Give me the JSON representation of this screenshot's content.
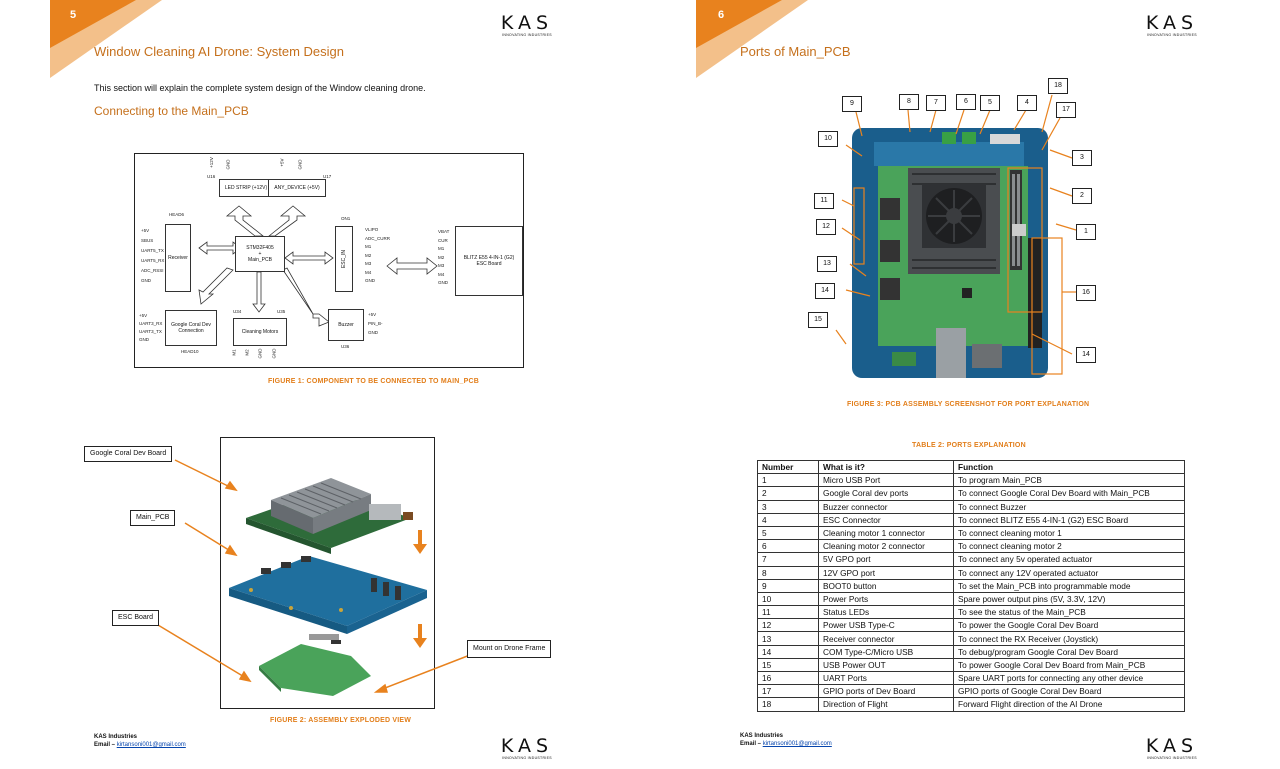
{
  "left_page": {
    "page_number": "5",
    "logo": {
      "text": "KAS",
      "sub": "INNOVATING INDUSTRIES"
    },
    "title": "Window Cleaning AI Drone: System Design",
    "intro": "This section will explain the complete system design of the Window cleaning drone.",
    "subtitle": "Connecting to the Main_PCB",
    "schematic": {
      "u16_ref": "U16",
      "led_strip": "LED STRIP (+12V)",
      "led_pins": [
        "+12V",
        "GND"
      ],
      "u17_ref": "U17",
      "any_device": "ANY_DEVICE (+5V)",
      "any_pins": [
        "+5V",
        "GND"
      ],
      "head6_ref": "HEAD6",
      "receiver": "Receiver",
      "receiver_pins": [
        "+5V",
        "SBUS",
        "UART5_TX",
        "UART5_RX",
        "ADC_RSSI",
        "GND"
      ],
      "main_pcb": "STM32F405\n+\nMain_PCB",
      "on1_ref": "ON1",
      "esc_in": "ESC_IN",
      "esc_in_pins": [
        "VLIPO",
        "ADC_CURR",
        "M1",
        "M2",
        "M3",
        "M4",
        "GND"
      ],
      "esc_board": "BLITZ E55 4-IN-1 (G2)\nESC Board",
      "esc_board_pins": [
        "VBAT",
        "CUR",
        "M1",
        "M2",
        "M3",
        "M4",
        "GND"
      ],
      "coral": "Google Coral Dev\nConnection",
      "coral_pins": [
        "+5V",
        "UART3_RX",
        "UART3_TX",
        "GND"
      ],
      "head10_ref": "HEAD10",
      "u34_ref": "U34",
      "motors": "Cleaning Motors",
      "u35_ref": "U35",
      "motor_pins": [
        "M1",
        "M2",
        "GND",
        "GND"
      ],
      "buzzer": "Buzzer",
      "buzzer_pins": [
        "+5V",
        "PIN_B-",
        "GND"
      ],
      "u36_ref": "U36"
    },
    "figure1_caption": "Figure 1: Component to be connected to Main_PCB",
    "callouts": {
      "coral": "Google Coral Dev Board",
      "main_pcb": "Main_PCB",
      "esc": "ESC Board",
      "mount": "Mount on Drone Frame"
    },
    "figure2_caption": "Figure 2: Assembly exploded view",
    "footer": {
      "company": "KAS Industries",
      "email_label": "Email – ",
      "email": "kirtansoni001@gmail.com"
    }
  },
  "right_page": {
    "page_number": "6",
    "logo": {
      "text": "KAS",
      "sub": "INNOVATING INDUSTRIES"
    },
    "title": "Ports of Main_PCB",
    "figure3_caption": "Figure 3: PCB Assembly screenshot for port explanation",
    "pcb_labels": [
      "9",
      "8",
      "7",
      "6",
      "5",
      "4",
      "18",
      "17",
      "10",
      "3",
      "2",
      "1",
      "11",
      "12",
      "13",
      "14",
      "16",
      "15",
      "14"
    ],
    "table_caption": "Table 2: Ports Explanation",
    "table_headers": [
      "Number",
      "What is it?",
      "Function"
    ],
    "table_rows": [
      [
        "1",
        "Micro USB Port",
        "To program Main_PCB"
      ],
      [
        "2",
        "Google Coral dev ports",
        "To connect Google Coral Dev Board with Main_PCB"
      ],
      [
        "3",
        "Buzzer connector",
        "To connect Buzzer"
      ],
      [
        "4",
        "ESC Connector",
        "To connect BLITZ E55 4-IN-1 (G2) ESC Board"
      ],
      [
        "5",
        "Cleaning motor 1 connector",
        "To connect cleaning motor 1"
      ],
      [
        "6",
        "Cleaning motor 2 connector",
        "To connect cleaning motor 2"
      ],
      [
        "7",
        "5V GPO port",
        "To connect any 5v operated actuator"
      ],
      [
        "8",
        "12V GPO port",
        "To connect any 12V operated actuator"
      ],
      [
        "9",
        "BOOT0 button",
        "To set the Main_PCB into programmable mode"
      ],
      [
        "10",
        "Power Ports",
        "Spare power output pins (5V, 3.3V, 12V)"
      ],
      [
        "11",
        "Status LEDs",
        "To see the status of the Main_PCB"
      ],
      [
        "12",
        "Power USB Type-C",
        "To power the Google Coral Dev Board"
      ],
      [
        "13",
        "Receiver connector",
        "To connect the RX Receiver (Joystick)"
      ],
      [
        "14",
        "COM Type-C/Micro USB",
        "To debug/program Google Coral Dev Board"
      ],
      [
        "15",
        "USB Power OUT",
        "To power Google Coral Dev Board from Main_PCB"
      ],
      [
        "16",
        "UART Ports",
        "Spare UART ports for connecting any other device"
      ],
      [
        "17",
        "GPIO ports of Dev Board",
        "GPIO ports of Google Coral Dev Board"
      ],
      [
        "18",
        "Direction of Flight",
        "Forward Flight direction of the AI Drone"
      ]
    ],
    "footer": {
      "company": "KAS Industries",
      "email_label": "Email – ",
      "email": "kirtansoni001@gmail.com"
    }
  },
  "colors": {
    "accent": "#e8821e",
    "title": "#c5701c",
    "pcb_blue": "#1a5e8c",
    "pcb_green": "#4aa35a"
  }
}
